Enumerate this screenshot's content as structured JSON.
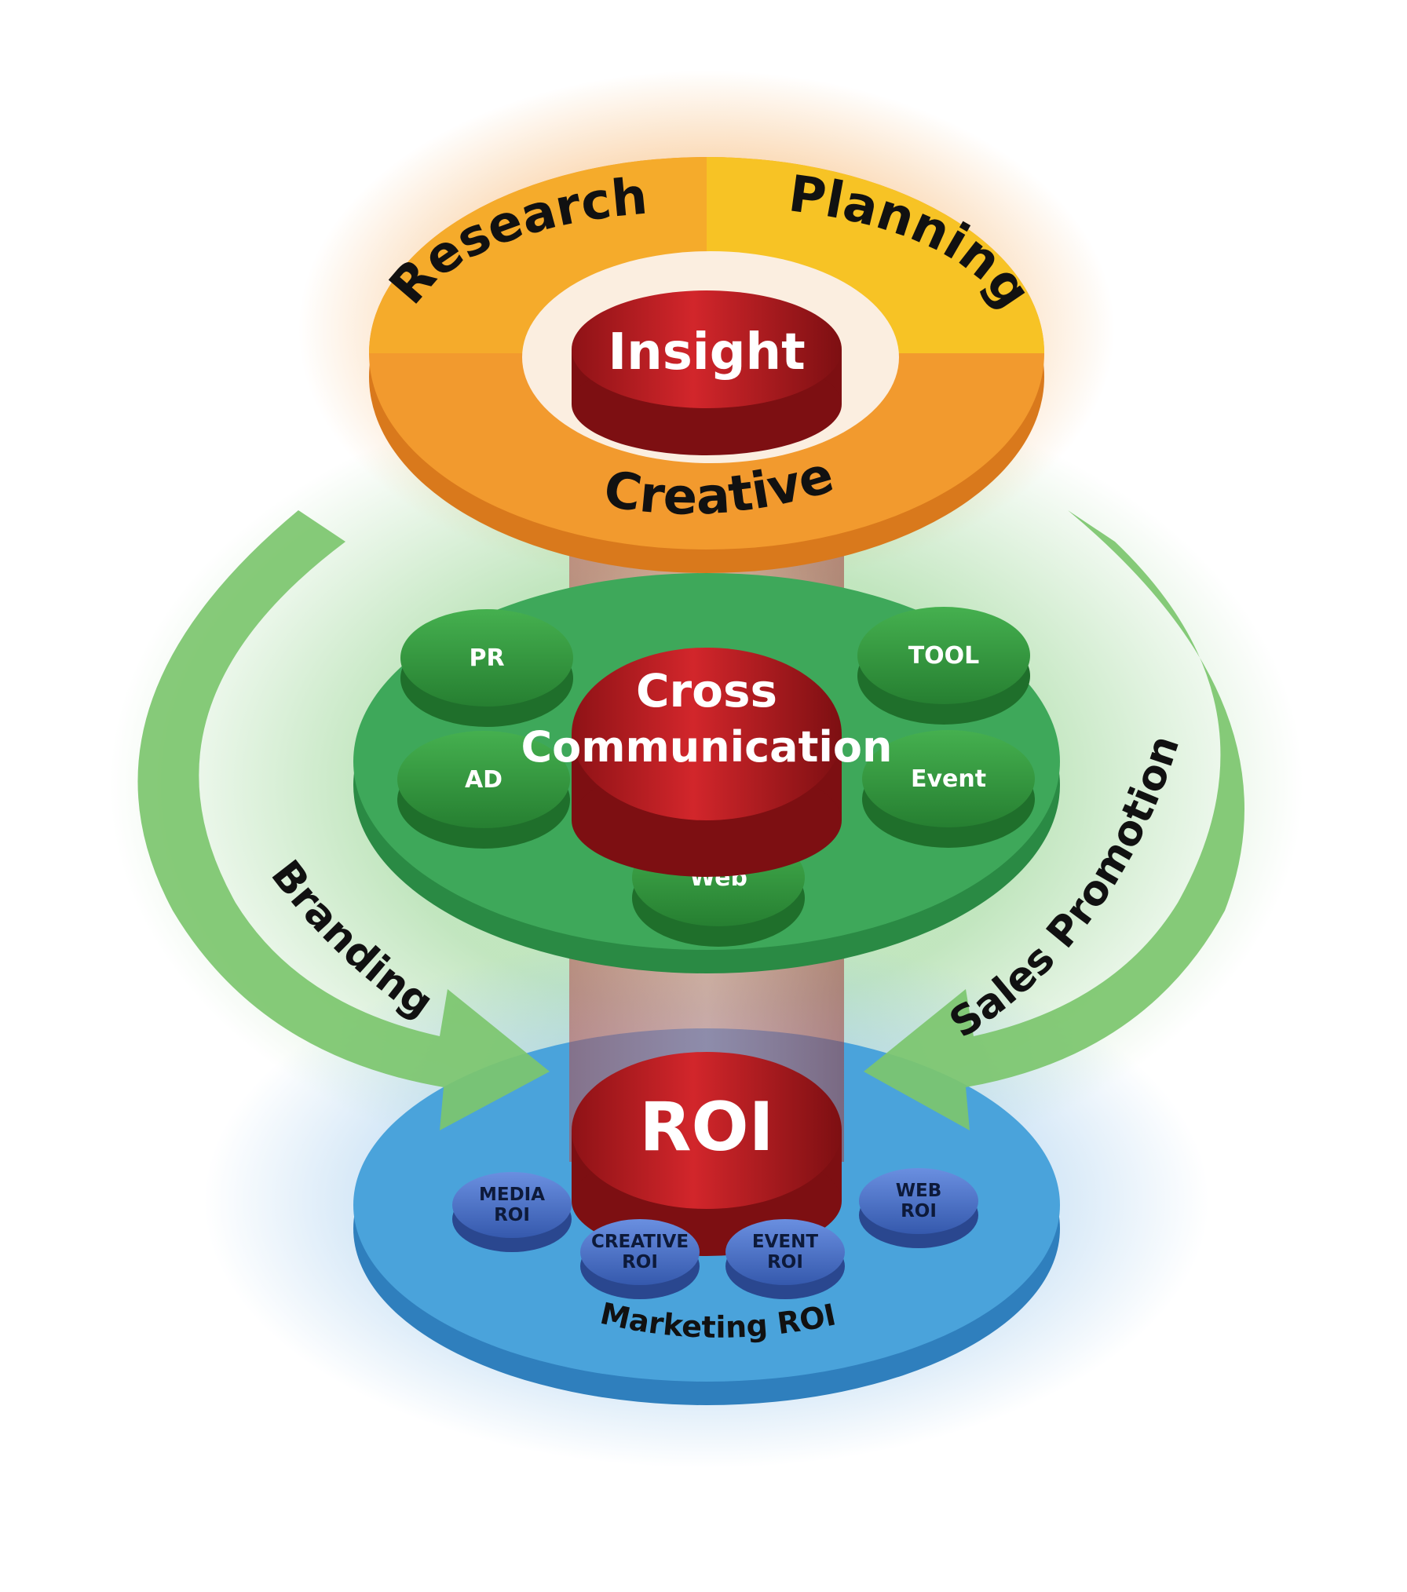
{
  "top_ring": {
    "segments": [
      "Research",
      "Planning",
      "Creative"
    ],
    "colors": {
      "orange": "#f29a2e",
      "yellow": "#f7c325",
      "side": "#d9791c"
    }
  },
  "center_top": {
    "label": "Insight"
  },
  "middle_disc": {
    "center_label": [
      "Cross",
      "Communication"
    ],
    "items": [
      "PR",
      "TOOL",
      "AD",
      "Event",
      "Web"
    ],
    "colors": {
      "disc": "#3ea85a",
      "disc_side": "#2a8a44",
      "button": "#2f9a42"
    }
  },
  "arrows": {
    "left": "Branding",
    "right": "Sales Promotion",
    "color": "#7cc66e"
  },
  "bottom_disc": {
    "center_label": "ROI",
    "items": [
      [
        "MEDIA",
        "ROI"
      ],
      [
        "CREATIVE",
        "ROI"
      ],
      [
        "EVENT",
        "ROI"
      ],
      [
        "WEB",
        "ROI"
      ]
    ],
    "caption": "Marketing ROI",
    "colors": {
      "disc": "#4aa3db",
      "disc_side": "#2f7fbd",
      "button": "#4a72c8"
    }
  },
  "core_color": "#c41f24"
}
